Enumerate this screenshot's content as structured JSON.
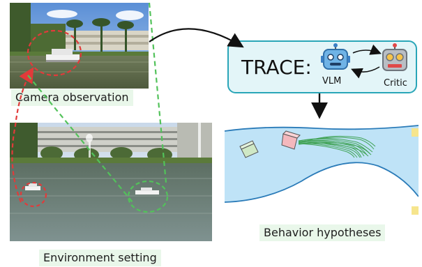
{
  "captions": {
    "camera": "Camera observation",
    "environment": "Environment setting",
    "behavior": "Behavior hypotheses"
  },
  "trace": {
    "label": "TRACE:",
    "vlm": "VLM",
    "critic": "Critic"
  },
  "colors": {
    "trace_box_fill": "#e3f5f8",
    "trace_box_stroke": "#2aa6b8",
    "red_dashed": "#e23a3a",
    "green_dashed": "#52c25a",
    "water": "#bfe3f7",
    "trajectories": "#2e9a3e"
  },
  "icons": [
    "robot-vlm-icon",
    "robot-critic-icon",
    "boat-icon"
  ]
}
